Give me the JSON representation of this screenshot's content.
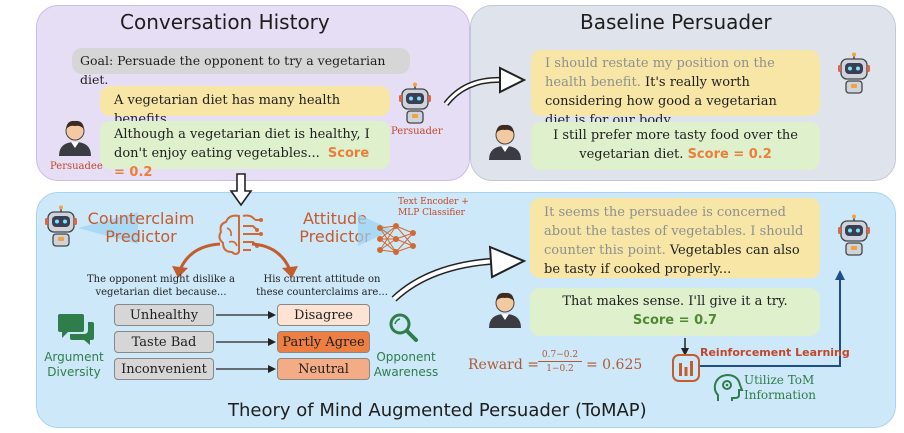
{
  "conversation": {
    "title": "Conversation History",
    "goal": "Goal: Persuade the opponent to try a vegetarian diet.",
    "persuader_msg": "A vegetarian diet has many health benefits...",
    "persuadee_msg": "Although a vegetarian diet is healthy, I don't enjoy eating vegetables...",
    "score": "Score = 0.2",
    "persuader_label": "Persuader",
    "persuadee_label": "Persuadee"
  },
  "baseline": {
    "title": "Baseline Persuader",
    "thought": "I should restate my position on the health benefit.",
    "reply": "It's really worth considering how good a vegetarian diet is for our body...",
    "persuadee_reply": "I still prefer more tasty food over the vegetarian diet.",
    "score": "Score = 0.2"
  },
  "tomap": {
    "title": "Theory of Mind Augmented Persuader (ToMAP)",
    "counterclaim_label": "Counterclaim Predictor",
    "attitude_label": "Attitude Predictor",
    "encoder_label": "Text Encoder + MLP Classifier",
    "counterclaim_caption": "The opponent might dislike a vegetarian diet because...",
    "attitude_caption": "His current attitude on these counterclaims are...",
    "claims": [
      "Unhealthy",
      "Taste Bad",
      "Inconvenient"
    ],
    "attitudes": [
      "Disagree",
      "Partly Agree",
      "Neutral"
    ],
    "argument_diversity": "Argument Diversity",
    "opponent_awareness": "Opponent Awareness",
    "thought": "It seems the persuadee is concerned about the tastes of vegetables. I should counter this point.",
    "reply": "Vegetables can also be tasty if cooked properly...",
    "persuadee_reply": "That makes sense. I'll give it a try.",
    "score": "Score = 0.7",
    "reward_prefix": "Reward =",
    "reward_num": "0.7−0.2",
    "reward_den": "1−0.2",
    "reward_result": "= 0.625",
    "rl_label": "Reinforcement Learning",
    "utilize_label": "Utilize ToM Information"
  },
  "colors": {
    "conv_panel": "#e6def5",
    "baseline_panel": "#dfe3ec",
    "tomap_panel": "#cde8f8",
    "persuader_bubble": "#f7e6a6",
    "persuadee_bubble": "#dff0cc",
    "accent_orange": "#ec7e3a",
    "accent_green": "#4f8a31"
  }
}
